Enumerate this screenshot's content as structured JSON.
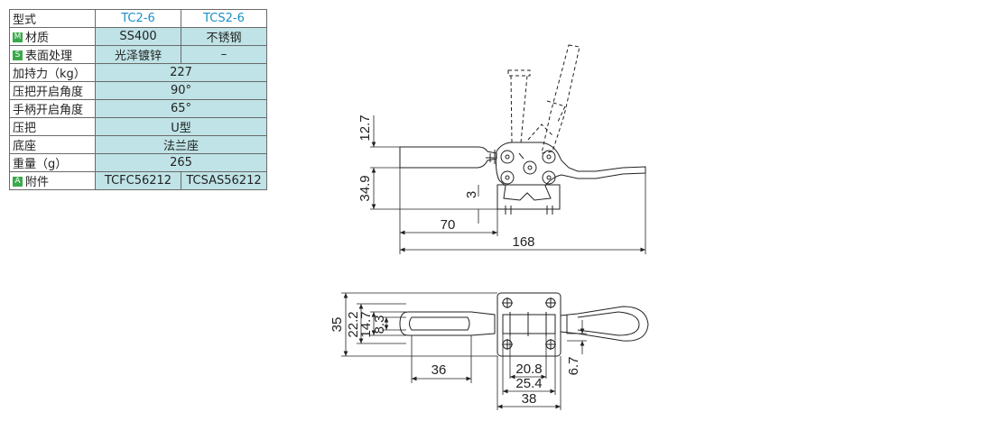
{
  "spec_table": {
    "header": {
      "label": "型式",
      "col1": "TC2-6",
      "col2": "TCS2-6"
    },
    "rows": [
      {
        "badge": "M",
        "label": "材质",
        "col1": "SS400",
        "col2": "不锈钢"
      },
      {
        "badge": "S",
        "label": "表面处理",
        "col1": "光泽镀锌",
        "col2": "–"
      },
      {
        "label": "加持力（kg）",
        "value": "227"
      },
      {
        "label": "压把开启角度",
        "value": "90°"
      },
      {
        "label": "手柄开启角度",
        "value": "65°"
      },
      {
        "label": "压把",
        "value": "U型"
      },
      {
        "label": "底座",
        "value": "法兰座"
      },
      {
        "label": "重量（g）",
        "value": "265"
      },
      {
        "badge": "A",
        "label": "附件",
        "col1": "TCFC56212",
        "col2": "TCSAS56212"
      }
    ]
  },
  "side_view": {
    "dim_12_7": "12.7",
    "dim_34_9": "34.9",
    "dim_3": "3",
    "dim_70": "70",
    "dim_168": "168"
  },
  "top_view": {
    "dim_35": "35",
    "dim_22_2": "22.2",
    "dim_14_7": "14.7",
    "dim_8_3": "8.3",
    "dim_36": "36",
    "dim_20_8": "20.8",
    "dim_25_4": "25.4",
    "dim_38": "38",
    "dim_6_7": "6.7"
  }
}
